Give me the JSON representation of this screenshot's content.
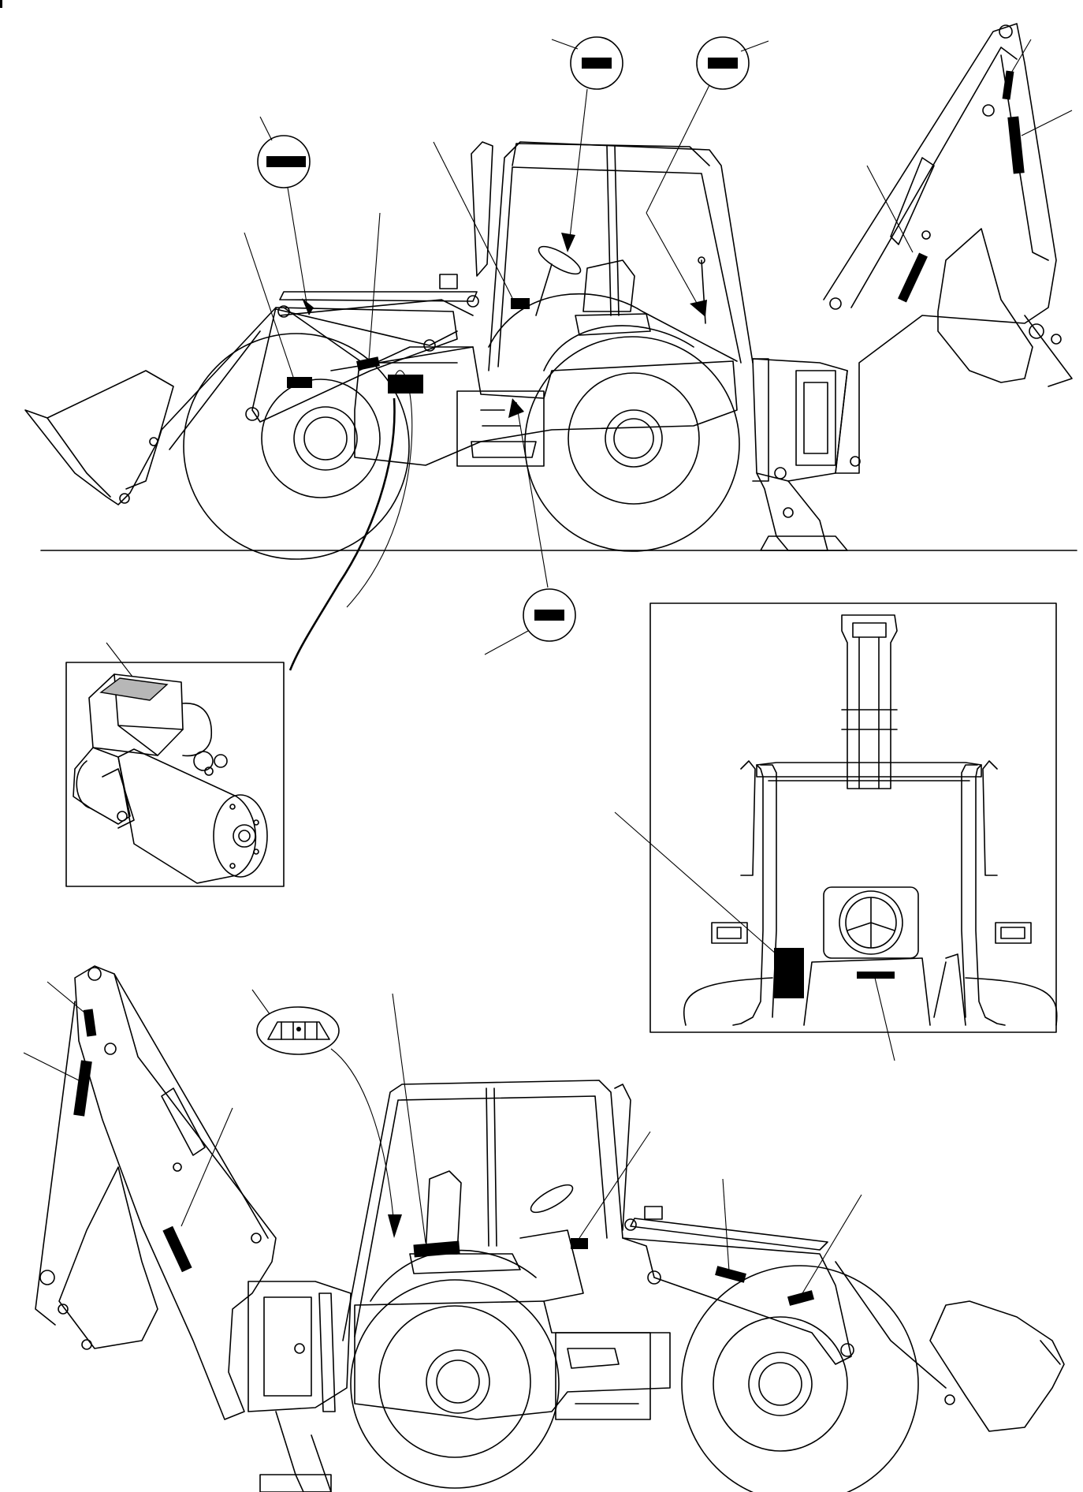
{
  "figure": {
    "corner_mark": "",
    "colors": {
      "line": "#000000",
      "label": "#000000",
      "background": "#ffffff",
      "decal_hatch": "#9a9a9a"
    },
    "views": [
      {
        "id": "left-side-view",
        "callouts": 12
      },
      {
        "id": "starter-motor-detail",
        "callouts": 1
      },
      {
        "id": "front-view-detail",
        "callouts": 2
      },
      {
        "id": "right-side-view",
        "callouts": 9
      }
    ]
  }
}
